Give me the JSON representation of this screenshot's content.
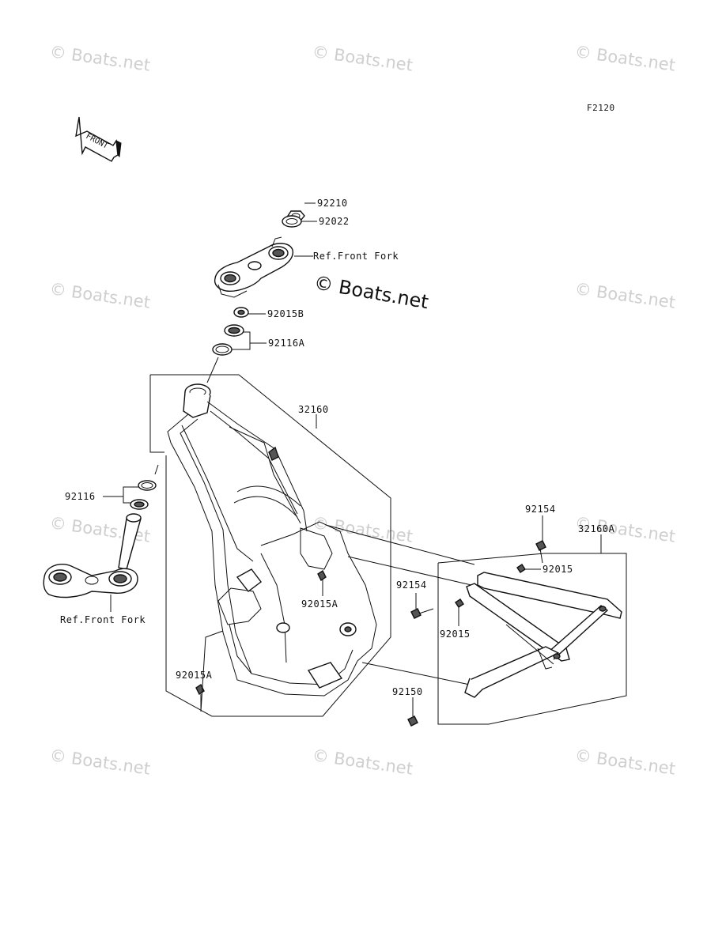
{
  "figure_code": "F2120",
  "front_arrow_label": "FRONT",
  "watermark_text": "© Boats.net",
  "center_watermark_text": "© Boats.net",
  "labels": {
    "p92210": "92210",
    "p92022": "92022",
    "ref_front_fork_top": "Ref.Front Fork",
    "p92015B": "92015B",
    "p92116A": "92116A",
    "p32160": "32160",
    "p92116": "92116",
    "ref_front_fork_bottom": "Ref.Front Fork",
    "p92154_top": "92154",
    "p32160A": "32160A",
    "p92015_top": "92015",
    "p92154_left": "92154",
    "p92015A_center": "92015A",
    "p92015_bottom": "92015",
    "p92015A_left": "92015A",
    "p92150": "92150"
  }
}
